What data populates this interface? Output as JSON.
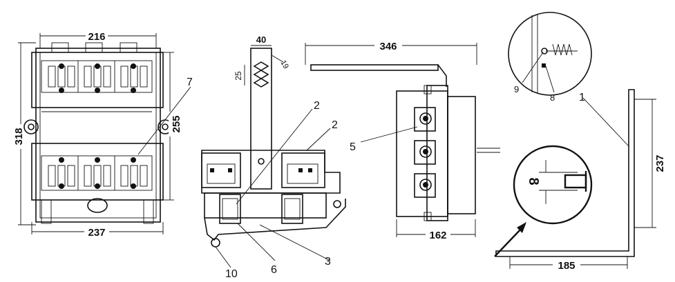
{
  "dimensions": {
    "front_top_width": "216",
    "front_bottom_width": "237",
    "front_total_height": "318",
    "front_inner_height": "255",
    "blade_width": "40",
    "blade_slot_height": "25",
    "blade_hole": "19",
    "side_top_length": "346",
    "side_bottom_width": "162",
    "bracket_height": "237",
    "bracket_width": "185",
    "detail_gap": "8"
  },
  "callouts": {
    "c1": "1",
    "c2a": "2",
    "c2b": "2",
    "c3": "3",
    "c5": "5",
    "c6": "6",
    "c7": "7",
    "c8": "8",
    "c9": "9",
    "c10": "10"
  }
}
